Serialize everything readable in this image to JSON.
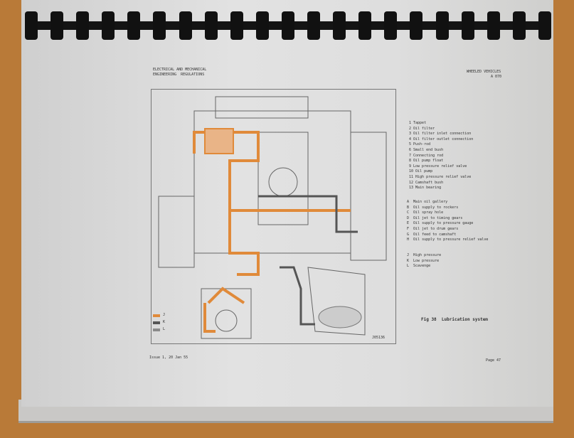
{
  "header": {
    "left_line1": "ELECTRICAL AND MECHANICAL",
    "left_line2": "ENGINEERING  REGULATIONS",
    "right_line1": "WHEELED VEHICLES",
    "right_line2": "A 070"
  },
  "components": [
    "1 Tappet",
    "2 Oil filter",
    "3 Oil filter inlet connection",
    "4 Oil filter outlet connection",
    "5 Push-rod",
    "6 Small end bush",
    "7 Connecting rod",
    "8 Oil pump float",
    "9 Low pressure relief valve",
    "10 Oil pump",
    "11 High pressure relief valve",
    "12 Camshaft bush",
    "13 Main bearing"
  ],
  "oil_paths": [
    "A  Main oil gallery",
    "B  Oil supply to rockers",
    "C  Oil spray hole",
    "D  Oil jet to timing gears",
    "E  Oil supply to pressure gauge",
    "F  Oil jet to drum gears",
    "G  Oil feed to camshaft",
    "H  Oil supply to pressure relief valve"
  ],
  "pressure_key": [
    "J  High pressure",
    "K  Low pressure",
    "L  Scavenge"
  ],
  "diagram_key": [
    "J",
    "K",
    "L"
  ],
  "colors": {
    "high_pressure": "#e08a3a",
    "low_pressure": "#555555",
    "scavenge": "#8a8a8a"
  },
  "figure_caption": "Fig 38  Lubrication system",
  "drawing_number": "J05136",
  "footer": {
    "issue": "Issue 1, 20 Jan 55",
    "page": "Page 47"
  }
}
